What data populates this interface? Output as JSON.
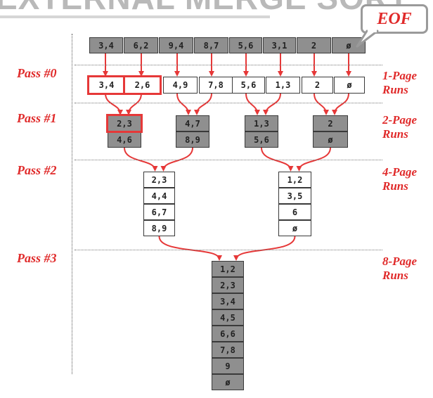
{
  "title": "EXTERNAL MERGE SORT",
  "callout": "EOF",
  "passes": [
    "Pass #0",
    "Pass #1",
    "Pass #2",
    "Pass #3"
  ],
  "run_labels": [
    "1-Page\nRuns",
    "2-Page\nRuns",
    "4-Page\nRuns",
    "8-Page\nRuns"
  ],
  "input_pages": [
    "3,4",
    "6,2",
    "9,4",
    "8,7",
    "5,6",
    "3,1",
    "2",
    "ø"
  ],
  "pass0_runs": [
    "3,4",
    "2,6",
    "4,9",
    "7,8",
    "5,6",
    "1,3",
    "2",
    "ø"
  ],
  "pass1_runs": [
    [
      "2,3",
      "4,6"
    ],
    [
      "4,7",
      "8,9"
    ],
    [
      "1,3",
      "5,6"
    ],
    [
      "2",
      "ø"
    ]
  ],
  "pass2_runs": [
    [
      "2,3",
      "4,4",
      "6,7",
      "8,9"
    ],
    [
      "1,2",
      "3,5",
      "6",
      "ø"
    ]
  ],
  "pass3_run": [
    "1,2",
    "2,3",
    "3,4",
    "4,5",
    "6,6",
    "7,8",
    "9",
    "ø"
  ],
  "colors": {
    "accent": "#e63838",
    "page_fill": "#8f8f8f",
    "page_border": "#3a3a3a"
  }
}
